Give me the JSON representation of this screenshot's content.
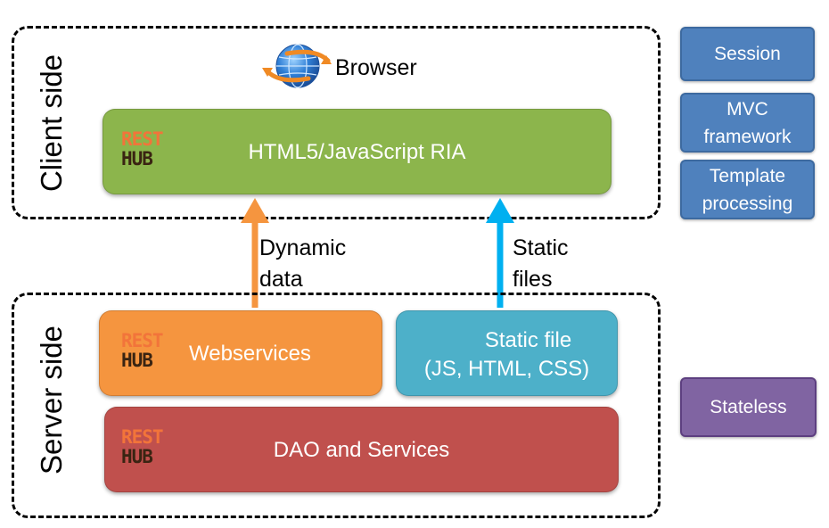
{
  "client_side": {
    "label": "Client side",
    "browser_label": "Browser",
    "ria_box": "HTML5/JavaScript RIA"
  },
  "server_side": {
    "label": "Server side",
    "webservices_box": "Webservices",
    "static_box_line1": "Static file",
    "static_box_line2": "(JS, HTML, CSS)",
    "dao_box": "DAO and Services"
  },
  "logo": {
    "line1": "REST",
    "line2": "HUB"
  },
  "arrows": {
    "dynamic_line1": "Dynamic",
    "dynamic_line2": "data",
    "static_line1": "Static",
    "static_line2": "files"
  },
  "side_boxes": {
    "session": "Session",
    "mvc_line1": "MVC",
    "mvc_line2": "framework",
    "template_line1": "Template",
    "template_line2": "processing",
    "stateless": "Stateless"
  },
  "colors": {
    "ria": "#8cb54c",
    "webservices": "#f5953f",
    "static_file": "#4db0c9",
    "dao": "#c0504d",
    "side_blue": "#4f81bd",
    "side_purple": "#8064a2",
    "dynamic_arrow": "#f5953f",
    "static_arrow": "#00b0f0"
  }
}
